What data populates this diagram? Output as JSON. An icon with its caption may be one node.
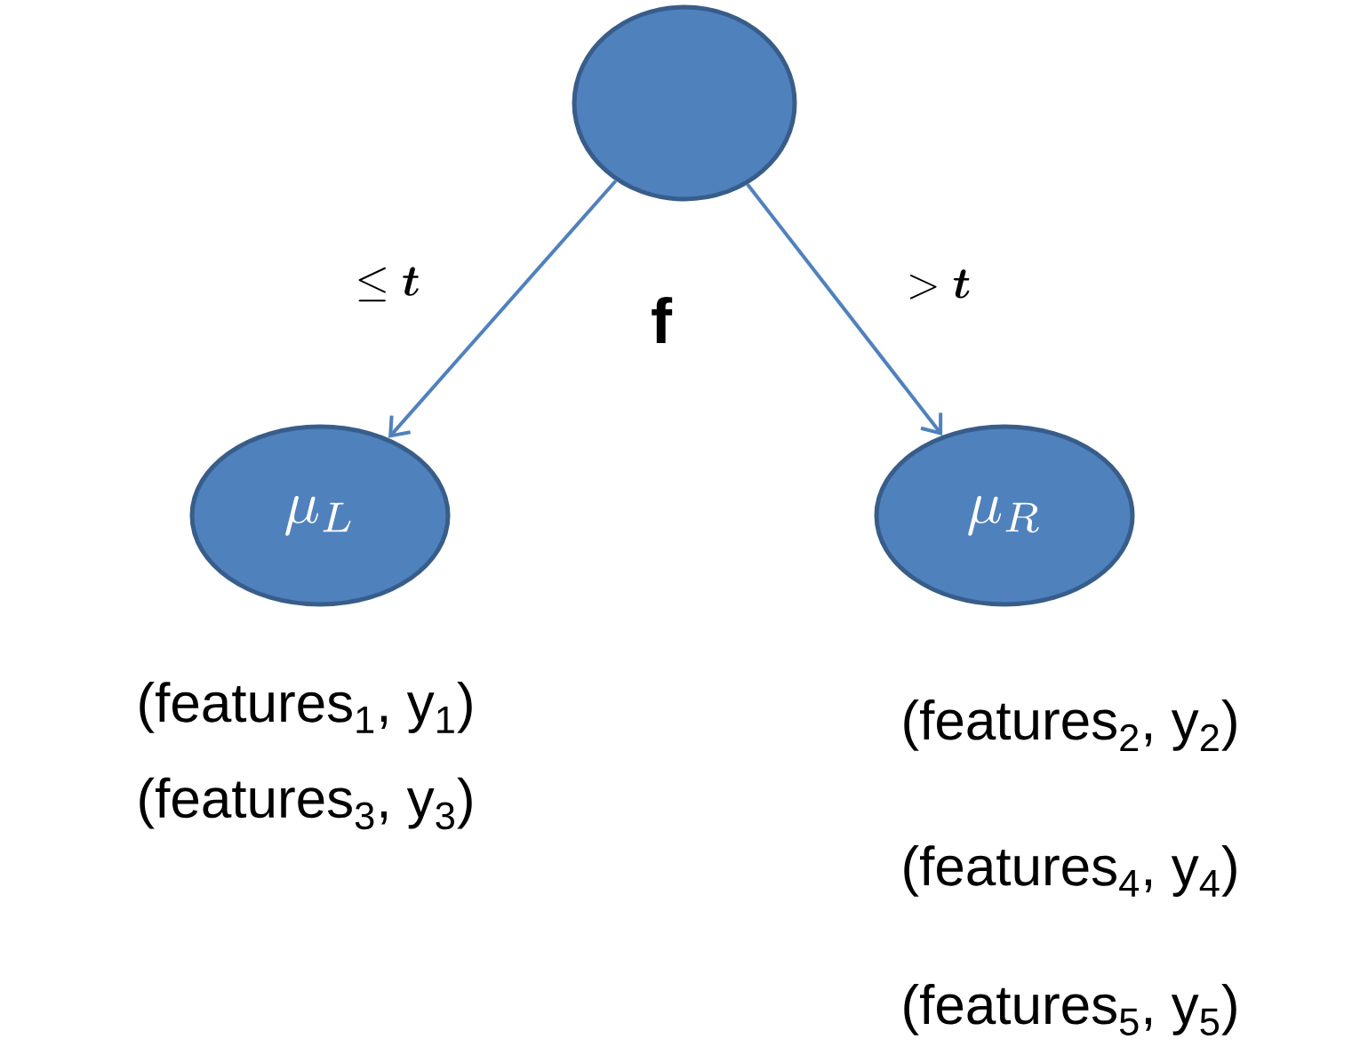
{
  "diagram": {
    "nodes": [
      {
        "text": [],
        "shape": "circle",
        "beside": [
          "f"
        ]
      },
      {
        "text": [
          "\\mu_L"
        ],
        "beside": [
          "(features$_{1}$, y$_{1}$)",
          "(features$_{3}$, y$_{3}$)"
        ]
      },
      {
        "text": [
          "\\mu_R"
        ],
        "beside": [
          "(features$_{2}$, y$_{2}$)",
          "(features$_{4}$, y$_{4}$)",
          "(features$_{5}$, y$_{5}$)"
        ]
      }
    ],
    "edges": [
      {
        "from": 0,
        "to": 1,
        "arrow": "to",
        "label": "\\leq \\boldsymbol{t}"
      },
      {
        "from": 0,
        "to": 2,
        "arrow": "to",
        "label": "> \\boldsymbol{t}"
      }
    ]
  }
}
